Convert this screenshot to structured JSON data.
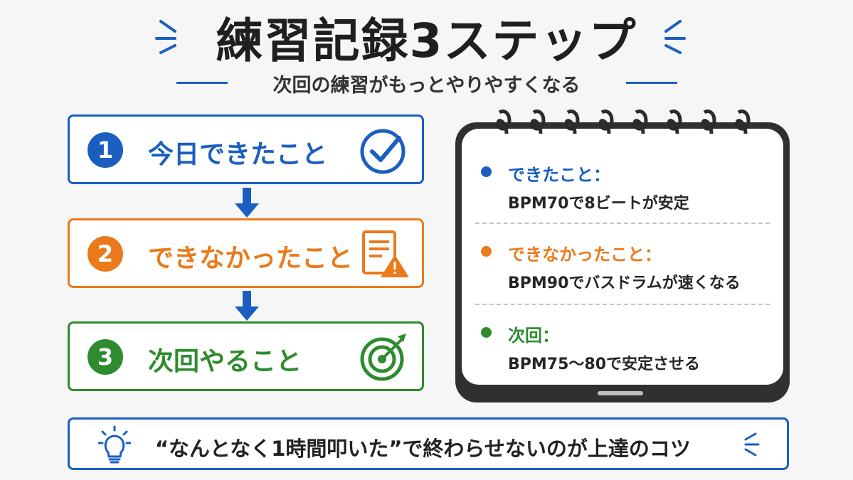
{
  "title": "練習記録3ステップ",
  "subtitle": "次回の練習がもっとやりやすくなる",
  "steps": [
    {
      "number": "1",
      "label": "今日できたこと",
      "icon": "check-circle-icon",
      "color": "#1a5fc0"
    },
    {
      "number": "2",
      "label": "できなかったこと",
      "icon": "document-warning-icon",
      "color": "#ea7a1c"
    },
    {
      "number": "3",
      "label": "次回やること",
      "icon": "target-icon",
      "color": "#2e8b2e"
    }
  ],
  "notebook": {
    "sections": [
      {
        "heading": "できたこと：",
        "body": "BPM70で8ビートが安定",
        "color": "#1a5fc0"
      },
      {
        "heading": "できなかったこと：",
        "body": "BPM90でバスドラムが速くなる",
        "color": "#ea7a1c"
      },
      {
        "heading": "次回：",
        "body": "BPM75〜80で安定させる",
        "color": "#2e8b2e"
      }
    ]
  },
  "tip": {
    "text": "“なんとなく1時間叩いた”で終わらせないのが上達のコツ",
    "icon": "lightbulb-icon"
  },
  "colors": {
    "accent": "#1a5fc0",
    "orange": "#ea7a1c",
    "green": "#2e8b2e"
  }
}
